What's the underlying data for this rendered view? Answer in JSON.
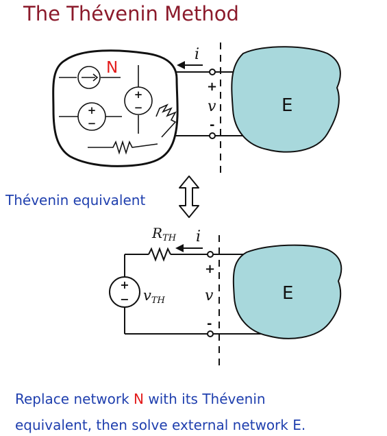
{
  "title": "The Thévenin Method",
  "network_label": "N",
  "external_label": "E",
  "current_symbol": "i",
  "voltage_symbol": "v",
  "plus_sign": "+",
  "minus_sign": "-",
  "source_plus": "+",
  "source_minus": "−",
  "equivalent_label": "Thévenin equivalent",
  "resistor_symbol": "R",
  "resistor_subscript": "TH",
  "source_voltage_symbol": "v",
  "source_voltage_subscript": "TH",
  "footer_line1_before": "Replace network ",
  "footer_line1_highlight": "N",
  "footer_line1_after": " with its Thévenin",
  "footer_line2": "equivalent, then solve external network E.",
  "colors": {
    "title": "#8b1a2b",
    "text_blue": "#1f3fae",
    "highlight_red": "#e31b1b",
    "blob_fill": "#a8d8dc"
  }
}
